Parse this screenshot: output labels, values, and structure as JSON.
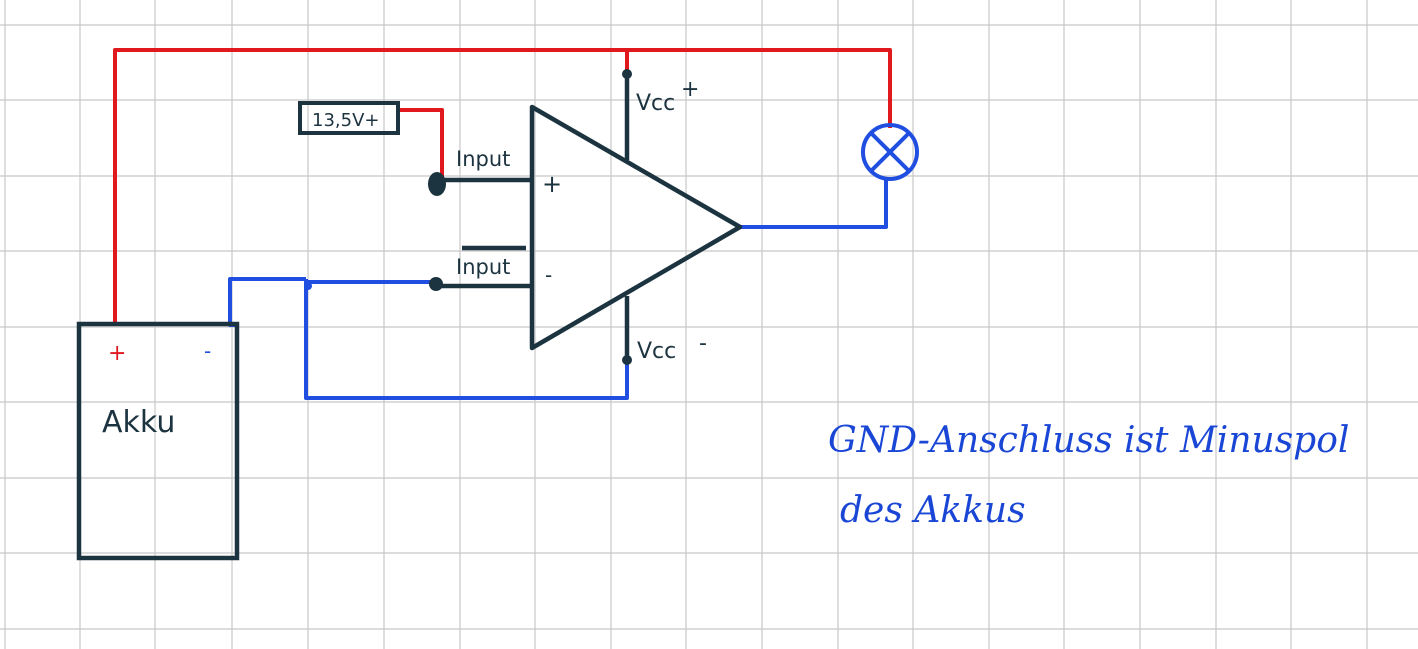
{
  "colors": {
    "grid": "#c8c8c8",
    "ink": "#1c3340",
    "red": "#e0191f",
    "blue": "#1f4ee0",
    "note": "#1a46d6"
  },
  "labels": {
    "voltage_source": "13,5V+",
    "input_plus": "Input",
    "input_minus": "Input",
    "opamp_plus": "+",
    "opamp_minus": "-",
    "vcc_plus": "Vcc",
    "vcc_plus_sign": "+",
    "vcc_minus": "Vcc",
    "vcc_minus_sign": "-",
    "battery": "Akku",
    "battery_plus": "+",
    "battery_minus": "-"
  },
  "note": {
    "line1": "GND-Anschluss ist Minuspol",
    "line2": "des Akkus"
  },
  "icons": {
    "lamp": "lamp-icon",
    "opamp": "opamp-triangle-icon"
  }
}
